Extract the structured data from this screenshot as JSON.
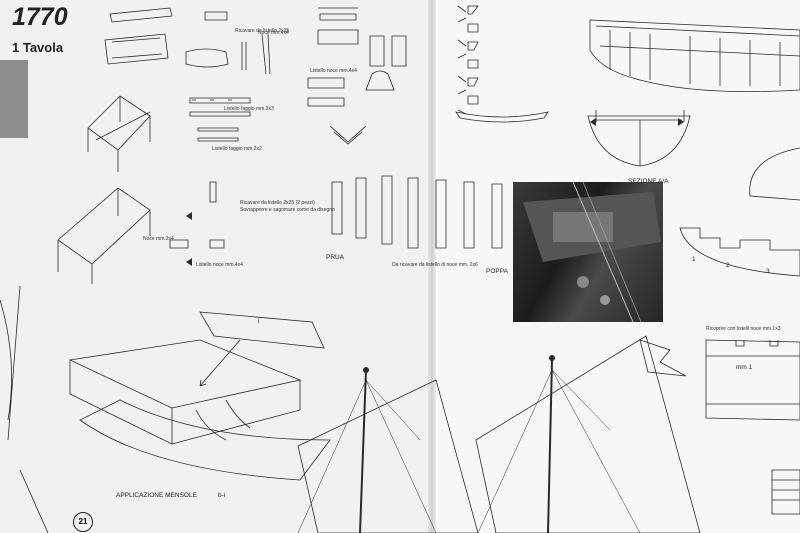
{
  "title": {
    "year": "1770",
    "tavola": "1 Tavola"
  },
  "labels": {
    "listello_noce_4x4_a": "Listello noce mm.4x4",
    "ricavare_listello_2x25": "Ricavare da listello 2x25",
    "noce_4x4": "Noce mm.4x4",
    "sezione_aa": "SEZIONE A/A",
    "listello_faggio_3x3": "Listello faggio mm.3x3",
    "listello_faggio_2x2": "Listello faggio mm.2x2",
    "ricavare_listello_2x25_pezzi": "Ricavare da listello 2x25 (2 pezzi)",
    "sovrapporre": "Sovrapporre e sagomare come da disegno",
    "noce_2x4": "Noce mm.2x4",
    "listello_noce_4x4_b": "Listello noce mm.4x4",
    "prua": "PRUA",
    "ricavare_noce_2x6": "Da ricavare da listello di noce mm. 2x6",
    "poppa": "POPPA",
    "applicazione_mensole": "APPLICAZIONE MENSOLE",
    "mensole_code": "b-i",
    "ricoprire": "Ricoprire con listelli noce mm.1x3",
    "mm1": "mm 1",
    "n1": "1",
    "n2": "2",
    "n3": "3",
    "callout_i": "i",
    "page_number": "21"
  },
  "icons": [
    "ship-hull-drawing",
    "mast-sail-drawing",
    "assembly-drawing",
    "arrow-marker"
  ]
}
